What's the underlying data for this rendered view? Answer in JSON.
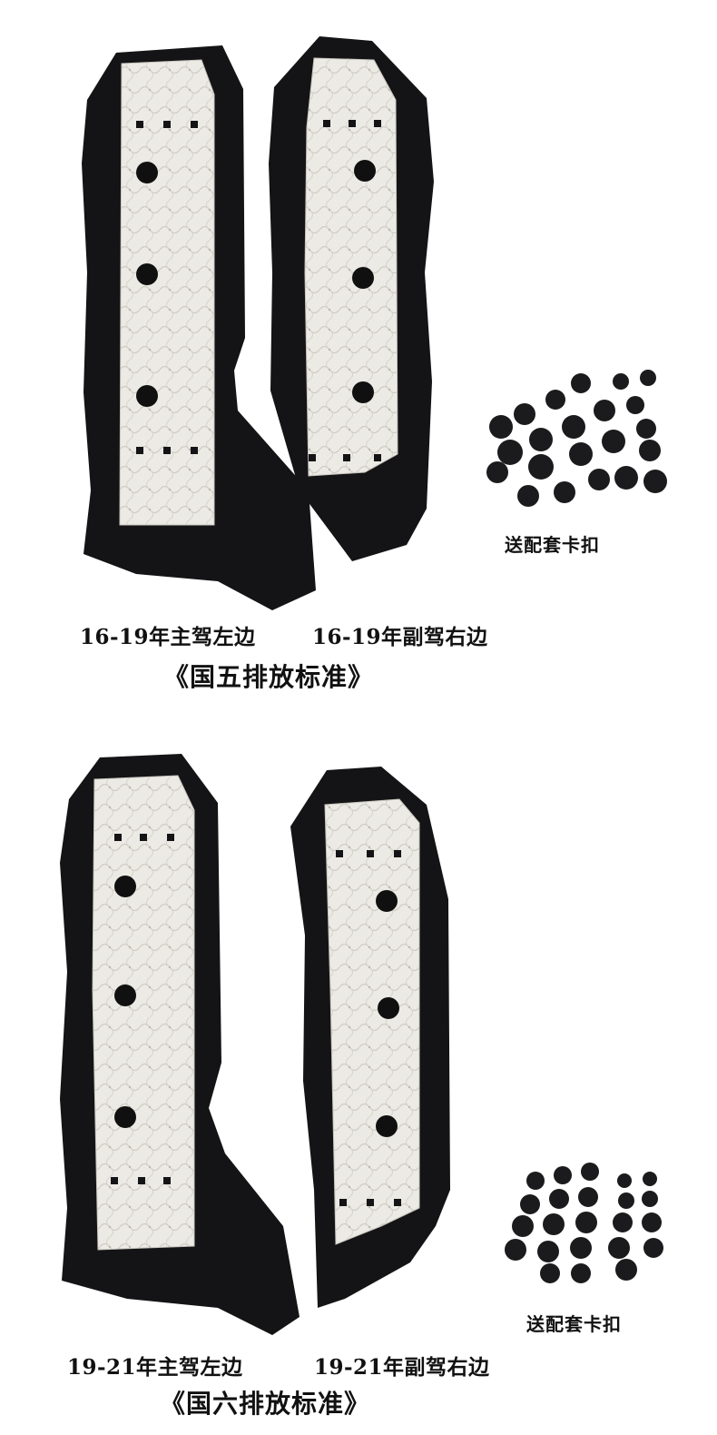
{
  "top": {
    "left_caption": "16-19年主驾左边",
    "right_caption": "16-19年副驾右边",
    "standard": "《国五排放标准》",
    "clips_label": "送配套卡扣"
  },
  "bottom": {
    "left_caption": "19-21年主驾左边",
    "right_caption": "19-21年副驾右边",
    "standard": "《国六排放标准》",
    "clips_label": "送配套卡扣"
  },
  "colors": {
    "panel": "#141416",
    "pad": "#eceae4",
    "pad_quilt": "#c9c6bf",
    "bolt": "#101010",
    "clip": "#1b1b1d"
  },
  "icons": [
    "underbody-panel-left-image",
    "underbody-panel-right-image",
    "clip-set-image"
  ]
}
